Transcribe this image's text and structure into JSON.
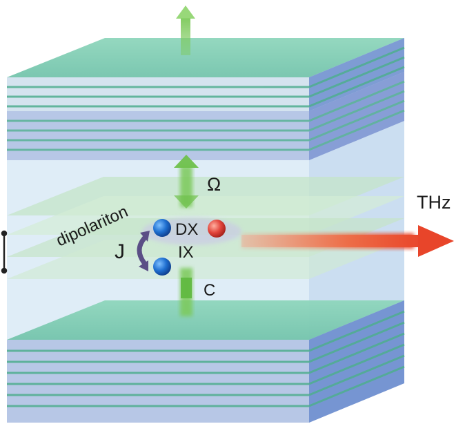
{
  "labels": {
    "dipolariton": "dipolariton",
    "dx": "DX",
    "ix": "IX",
    "j": "J",
    "omega": "Ω",
    "c": "C",
    "thz": "THz"
  },
  "colors": {
    "dbr_green": "#7fcfb0",
    "dbr_blue": "#8a9ed6",
    "cavity_blue": "#d9eaf6",
    "qw_green": "#c4e4c8",
    "green_arrow": "#7cc95a",
    "thz_arrow": "#e8452a",
    "electron_blue": "#1f6fd0",
    "hole_red": "#e2453c",
    "tunnel_arrow": "#5b4e86"
  },
  "icons": {
    "emission_arrow": "up-arrow-icon",
    "coupling_arrow": "double-arrow-icon",
    "thz_arrow": "right-arrow-icon",
    "tunneling_arrow": "curved-double-arrow-icon"
  }
}
